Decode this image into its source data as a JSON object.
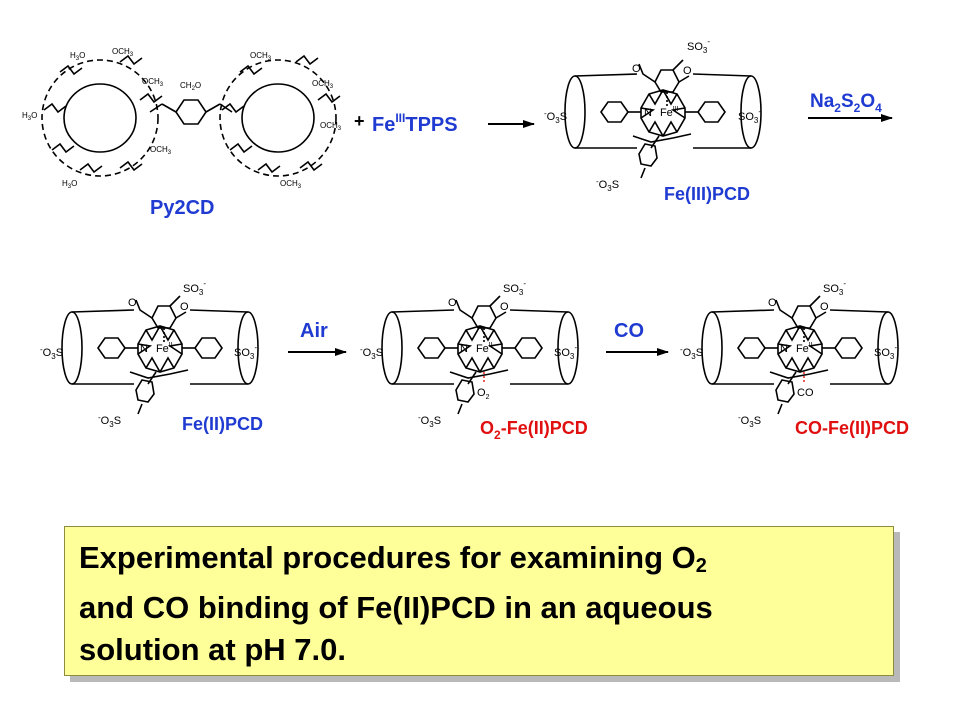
{
  "labels": {
    "py2cd": "Py2CD",
    "plus": "+",
    "fe_prefix": "Fe",
    "fe_ox": "III",
    "tpps": "TPPS",
    "fe3pcd": "Fe(III)PCD",
    "reagent_na": "Na",
    "reagent_na_sub": "2",
    "reagent_s": "S",
    "reagent_s_sub": "2",
    "reagent_o": "O",
    "reagent_o_sub": "4",
    "fe2pcd": "Fe(II)PCD",
    "air": "Air",
    "o2_prefix": "O",
    "o2_sub": "2",
    "o2_suffix": "-Fe(II)PCD",
    "co": "CO",
    "cofe2pcd": "CO-Fe(II)PCD"
  },
  "structure_text": {
    "so3": "SO",
    "so3_sub": "3",
    "o3s": "O",
    "o3s_sub": "3",
    "s": "S",
    "fe": "Fe",
    "fe_iii": "III",
    "fe_ii": "II",
    "n": "N",
    "o": "O",
    "o2_ligand": "O",
    "o2_ligand_sub": "2",
    "co_ligand": "CO",
    "minus": "-",
    "och3": "OCH",
    "h3co": "H",
    "och3_sub": "3",
    "ch2o": "CH",
    "ch2o_sub": "2",
    "ch2o_o": "O"
  },
  "caption": {
    "line1_a": "Experimental procedures for examining O",
    "line1_sub": "2",
    "line2": "and CO binding of Fe(II)PCD in an aqueous",
    "line3": "solution at pH 7.0."
  },
  "colors": {
    "label_blue": "#1f3bd1",
    "label_red": "#e01010",
    "caption_bg": "#ffff99",
    "shadow": "#b9b9b9"
  }
}
